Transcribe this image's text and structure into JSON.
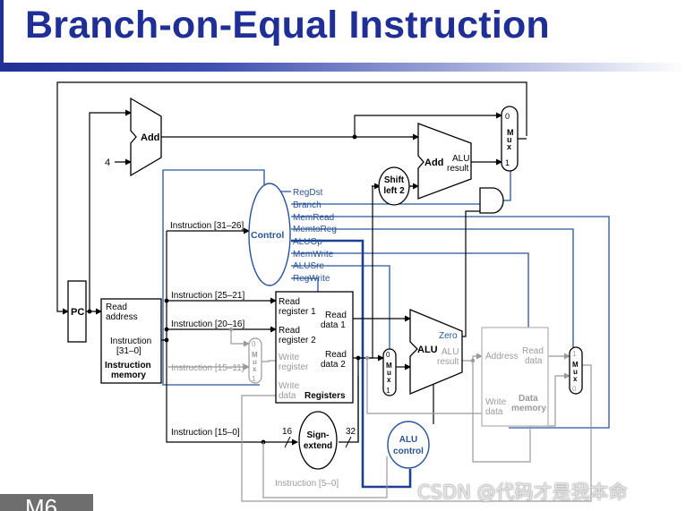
{
  "title": "Branch-on-Equal Instruction",
  "watermark": "CSDN @代码才是我本命",
  "slide_tab": "M6",
  "colors": {
    "title": "#1f2f96",
    "control_line": "#27549b",
    "datapath": "#000000",
    "inactive": "#9a9a9a"
  },
  "adder_top": {
    "label": "Add",
    "const_input": "4"
  },
  "adder_branch": {
    "label": "Add",
    "result": [
      "ALU",
      "result"
    ]
  },
  "shift": {
    "label": [
      "Shift",
      "left 2"
    ]
  },
  "pc": {
    "label": "PC"
  },
  "imem": {
    "read_address": [
      "Read",
      "address"
    ],
    "instruction": [
      "Instruction",
      "[31–0]"
    ],
    "title": [
      "Instruction",
      "memory"
    ]
  },
  "control": {
    "label": "Control",
    "signals": [
      "RegDst",
      "Branch",
      "MemRead",
      "MemtoReg",
      "ALUOp",
      "MemWrite",
      "ALUSrc",
      "RegWrite"
    ]
  },
  "instr_fields": {
    "f31_26": "Instruction [31–26]",
    "f25_21": "Instruction [25–21]",
    "f20_16": "Instruction [20–16]",
    "f15_11": "Instruction [15–11]",
    "f15_0": "Instruction [15–0]",
    "f5_0": "Instruction [5–0]"
  },
  "regs": {
    "read_reg1": [
      "Read",
      "register 1"
    ],
    "read_reg2": [
      "Read",
      "register 2"
    ],
    "write_reg": [
      "Write",
      "register"
    ],
    "write_data": [
      "Write",
      "data"
    ],
    "read_data1": [
      "Read",
      "data 1"
    ],
    "read_data2": [
      "Read",
      "data 2"
    ],
    "title": "Registers"
  },
  "sign_extend": {
    "label": [
      "Sign-",
      "extend"
    ],
    "in_bits": "16",
    "out_bits": "32"
  },
  "alu": {
    "label": "ALU",
    "zero": "Zero",
    "result": [
      "ALU",
      "result"
    ]
  },
  "alu_control": {
    "label": [
      "ALU",
      "control"
    ]
  },
  "dmem": {
    "address": "Address",
    "read_data": [
      "Read",
      "data"
    ],
    "write_data": [
      "Write",
      "data"
    ],
    "title": [
      "Data",
      "memory"
    ]
  },
  "mux": {
    "letters": [
      "M",
      "u",
      "x"
    ],
    "in0": "0",
    "in1": "1"
  }
}
